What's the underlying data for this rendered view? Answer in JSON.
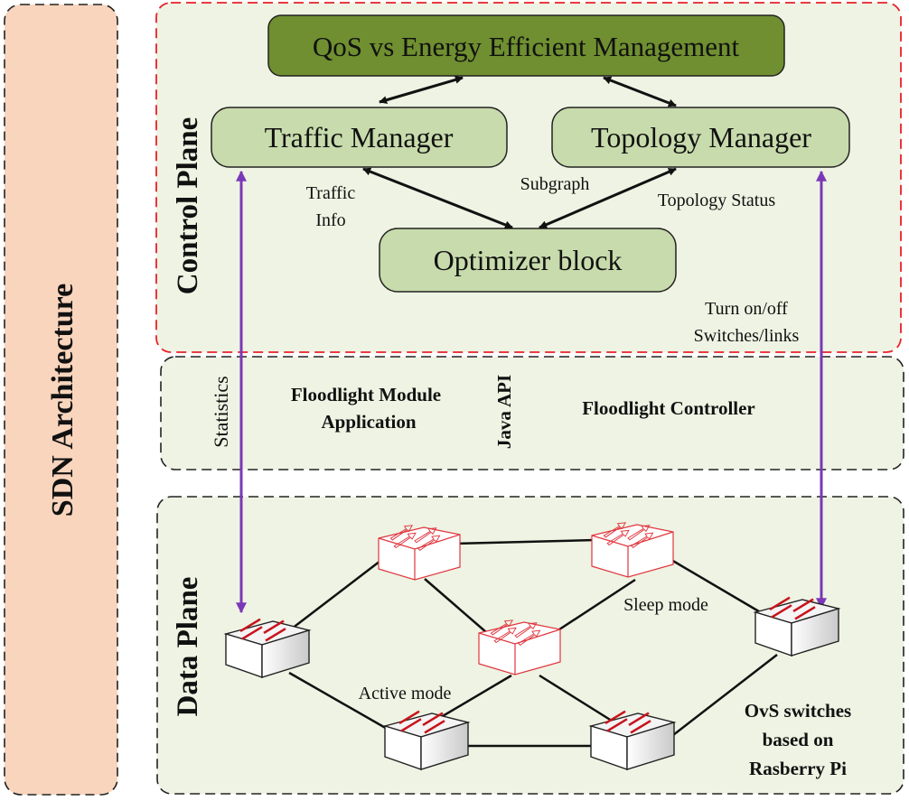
{
  "sdn_label": "SDN Architecture",
  "control_plane": {
    "label": "Control Plane",
    "qos_box": "QoS vs Energy Efficient Management",
    "traffic_manager": "Traffic Manager",
    "topology_manager": "Topology Manager",
    "optimizer": "Optimizer block",
    "traffic_info_line1": "Traffic",
    "traffic_info_line2": "Info",
    "subgraph": "Subgraph",
    "topology_status": "Topology Status",
    "turn_on_off_line1": "Turn on/off",
    "turn_on_off_line2": "Switches/links"
  },
  "controller_layer": {
    "statistics": "Statistics",
    "module_line1": "Floodlight Module",
    "module_line2": "Application",
    "java_api": "Java API",
    "controller": "Floodlight Controller"
  },
  "data_plane": {
    "label": "Data Plane",
    "sleep_mode": "Sleep mode",
    "active_mode": "Active mode",
    "ovs_line1": "OvS switches",
    "ovs_line2": "based on",
    "ovs_line3": "Rasberry Pi"
  },
  "colors": {
    "sdn_fill": "#f9d5bd",
    "plane_fill": "#eef3e3",
    "qos_fill": "#6f8f30",
    "manager_fill": "#c8dbac",
    "control_border": "#e8202a",
    "arrow_purple": "#7a38b8",
    "sleep_switch": "#e0363e",
    "active_arrow": "#d01c24"
  }
}
